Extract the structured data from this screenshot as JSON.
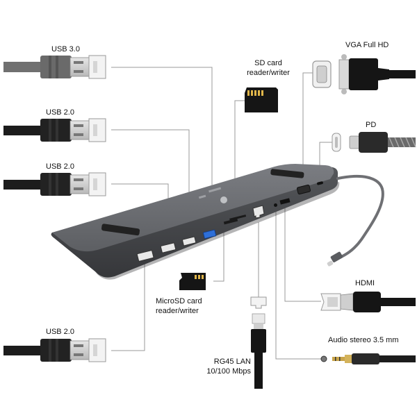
{
  "labels": {
    "usb30": "USB 3.0",
    "usb20_a": "USB 2.0",
    "usb20_b": "USB 2.0",
    "usb20_c": "USB 2.0",
    "sd_line1": "SD card",
    "sd_line2": "reader/writer",
    "vga": "VGA Full HD",
    "pd": "PD",
    "msd_line1": "MicroSD card",
    "msd_line2": "reader/writer",
    "hdmi": "HDMI",
    "audio": "Audio stereo 3.5 mm",
    "lan_line1": "RG45 LAN",
    "lan_line2": "10/100 Mbps"
  },
  "colors": {
    "dock_top": "#6e7075",
    "dock_front": "#4a4c50",
    "dock_shadow": "#2c2d30",
    "cable_black": "#1c1c1c",
    "cable_gray": "#707070",
    "usb3_blue": "#2e6fd8",
    "leader_line": "#9a9a9a"
  }
}
